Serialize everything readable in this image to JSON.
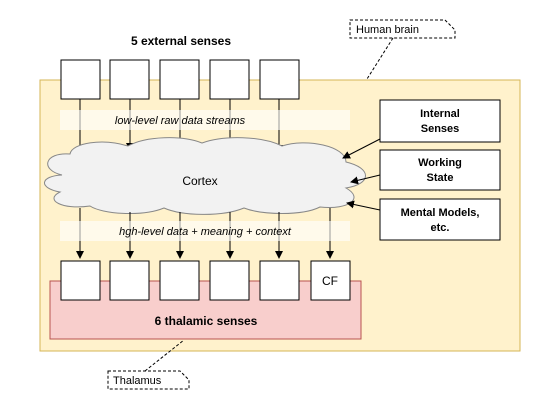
{
  "callouts": {
    "human_brain": "Human brain",
    "thalamus": "Thalamus"
  },
  "labels": {
    "external_senses": "5 external senses",
    "low_level_streams": "low-level raw data streams",
    "cortex": "Cortex",
    "high_level_data": "hgh-level data + meaning + context",
    "thalamic_senses": "6 thalamic senses",
    "cf_box": "CF"
  },
  "inputs": {
    "internal_senses": [
      "Internal",
      "Senses"
    ],
    "working_state": [
      "Working",
      "State"
    ],
    "mental_models": [
      "Mental Models,",
      "etc."
    ]
  },
  "colors": {
    "brain_fill": "#fff2cc",
    "brain_stroke": "#d6b656",
    "thalamus_fill": "#f8cecc",
    "thalamus_stroke": "#b85450",
    "cloud_fill": "#f2f2f2",
    "cloud_stroke": "#888888"
  }
}
